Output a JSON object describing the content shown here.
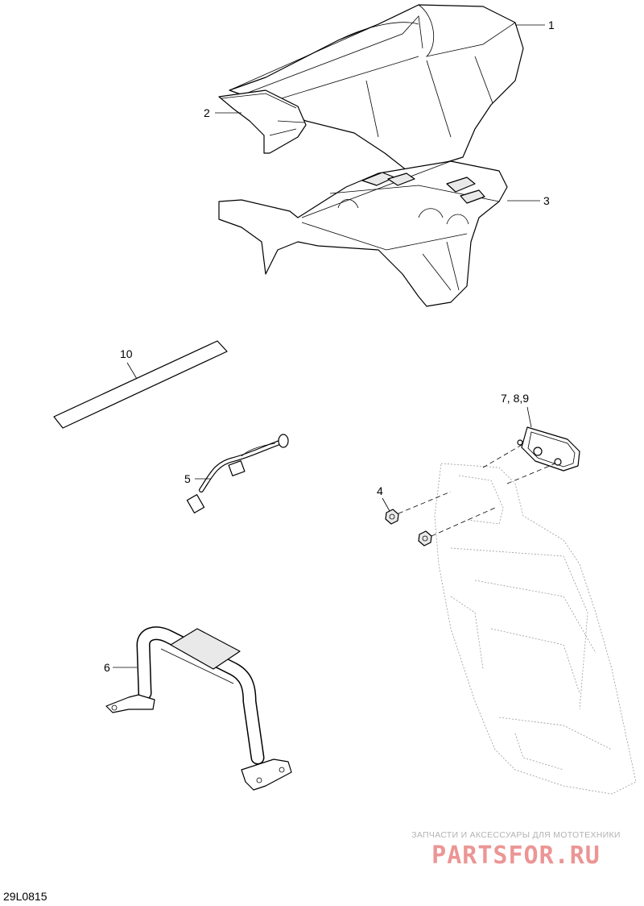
{
  "callouts": [
    {
      "id": "c1",
      "label": "1"
    },
    {
      "id": "c2",
      "label": "2"
    },
    {
      "id": "c3",
      "label": "3"
    },
    {
      "id": "c10",
      "label": "10"
    },
    {
      "id": "c789",
      "label": "7, 8,9"
    },
    {
      "id": "c5",
      "label": "5"
    },
    {
      "id": "c4",
      "label": "4"
    },
    {
      "id": "c6",
      "label": "6"
    }
  ],
  "drawing_code": "29L0815",
  "watermark": {
    "tagline": "ЗАПЧАСТИ И АКСЕССУАРЫ ДЛЯ МОТОТЕХНИКИ",
    "logo": "PARTSFOR.RU"
  }
}
